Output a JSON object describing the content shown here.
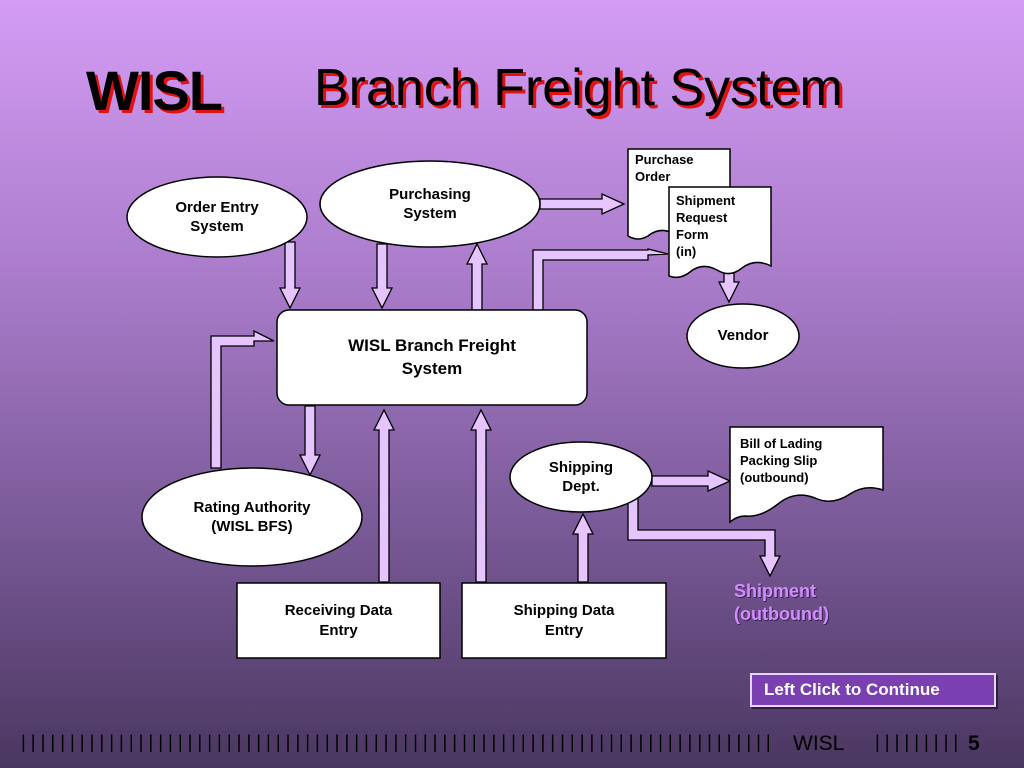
{
  "title": {
    "logo": "WISL",
    "main": "Branch Freight System"
  },
  "nodes": {
    "order_entry": "Order Entry\nSystem",
    "purchasing": "Purchasing\nSystem",
    "branch_freight": "WISL Branch Freight\nSystem",
    "vendor": "Vendor",
    "rating_authority": "Rating Authority\n(WISL BFS)",
    "shipping_dept": "Shipping\nDept.",
    "receiving_entry": "Receiving Data\nEntry",
    "shipping_entry": "Shipping Data\nEntry"
  },
  "documents": {
    "purchase_order": "Purchase\nOrder",
    "shipment_request": "Shipment\nRequest\nForm\n(in)",
    "bill_of_lading": "Bill of Lading\nPacking Slip\n(outbound)"
  },
  "shipment_label": "Shipment\n(outbound)",
  "continue_button": "Left Click to Continue",
  "footer": {
    "bars_left": "||||||||||||||||||||||||||||||||||||||||||||||||||||||||||||||||||||||||||||||||||||||||||||||||||||||||||",
    "brand": "WISL",
    "bars_right": "||||||||||||",
    "page_number": "5"
  },
  "colors": {
    "arrow_fill": "#e6c4ff",
    "title_shadow": "#e01212",
    "shipment_text": "#d28cff"
  }
}
